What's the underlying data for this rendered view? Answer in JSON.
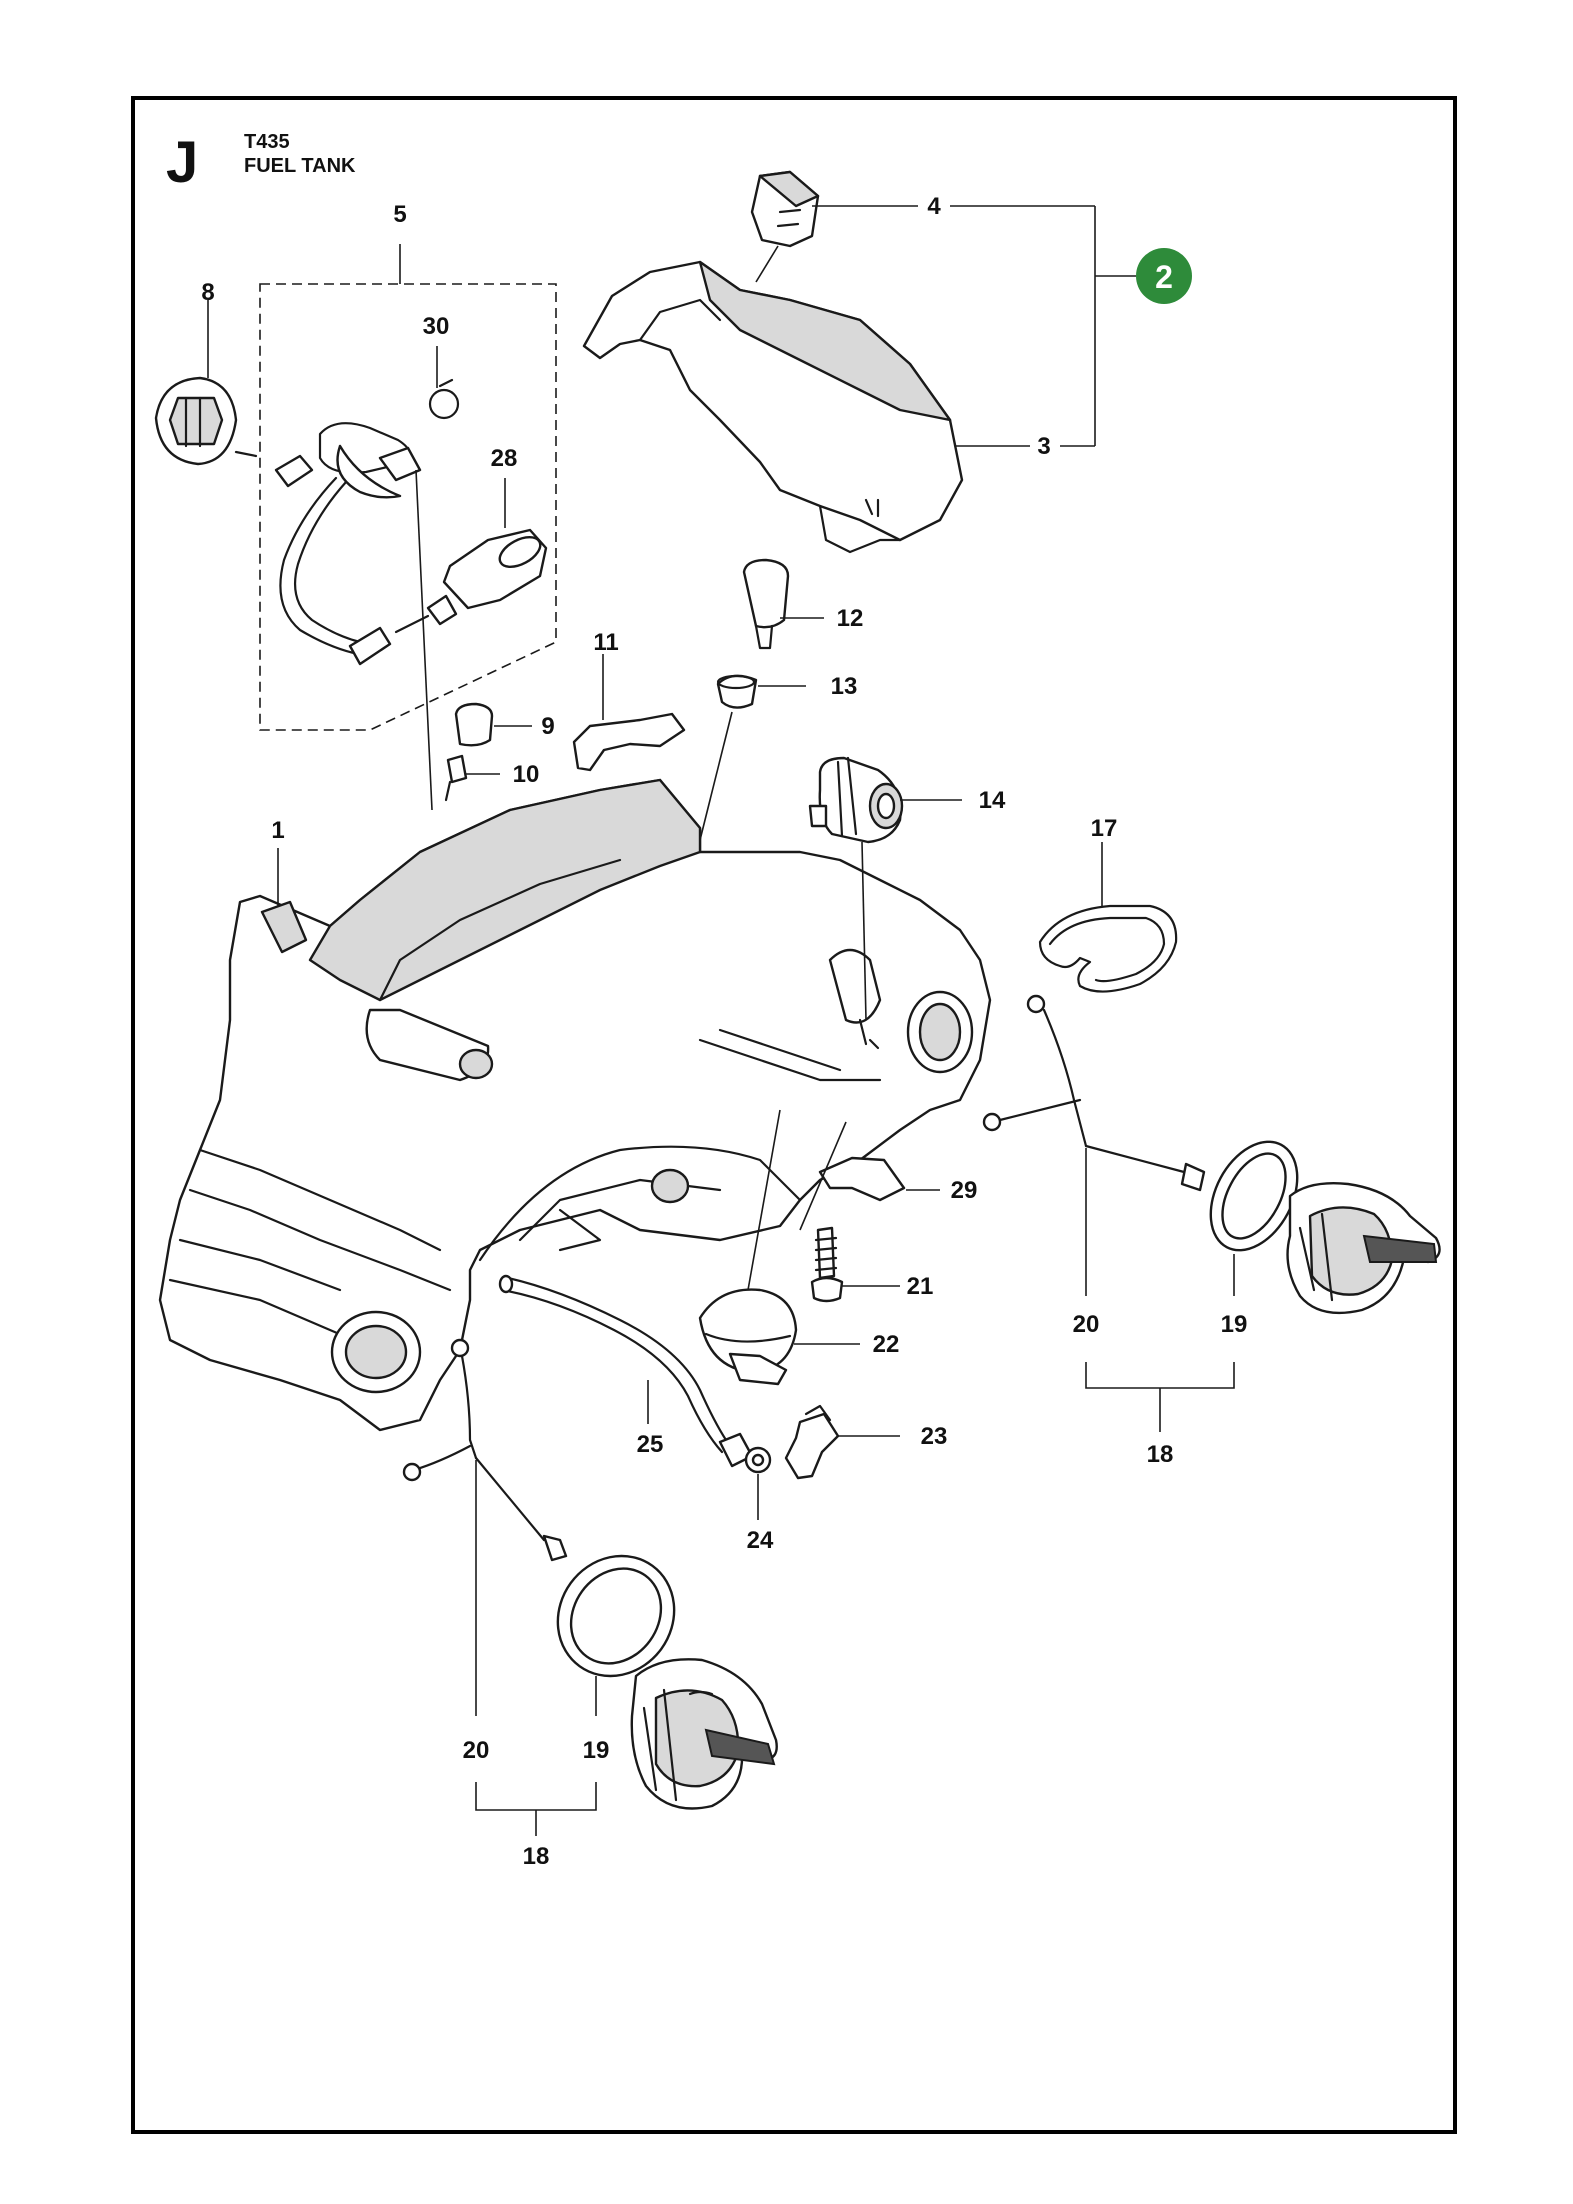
{
  "header": {
    "section_letter": "J",
    "model": "T435",
    "title": "FUEL TANK"
  },
  "badge": {
    "label": "2",
    "color": "#2e8b3a"
  },
  "callouts": {
    "c1": "1",
    "c3": "3",
    "c4": "4",
    "c5": "5",
    "c8": "8",
    "c9": "9",
    "c10": "10",
    "c11": "11",
    "c12": "12",
    "c13": "13",
    "c14": "14",
    "c17": "17",
    "c18a": "18",
    "c18b": "18",
    "c19a": "19",
    "c19b": "19",
    "c20a": "20",
    "c20b": "20",
    "c21": "21",
    "c22": "22",
    "c23": "23",
    "c24": "24",
    "c25": "25",
    "c28": "28",
    "c29": "29",
    "c30": "30"
  },
  "colors": {
    "frame": "#000000",
    "ink": "#1a1a1a",
    "badge": "#2e8b3a"
  }
}
